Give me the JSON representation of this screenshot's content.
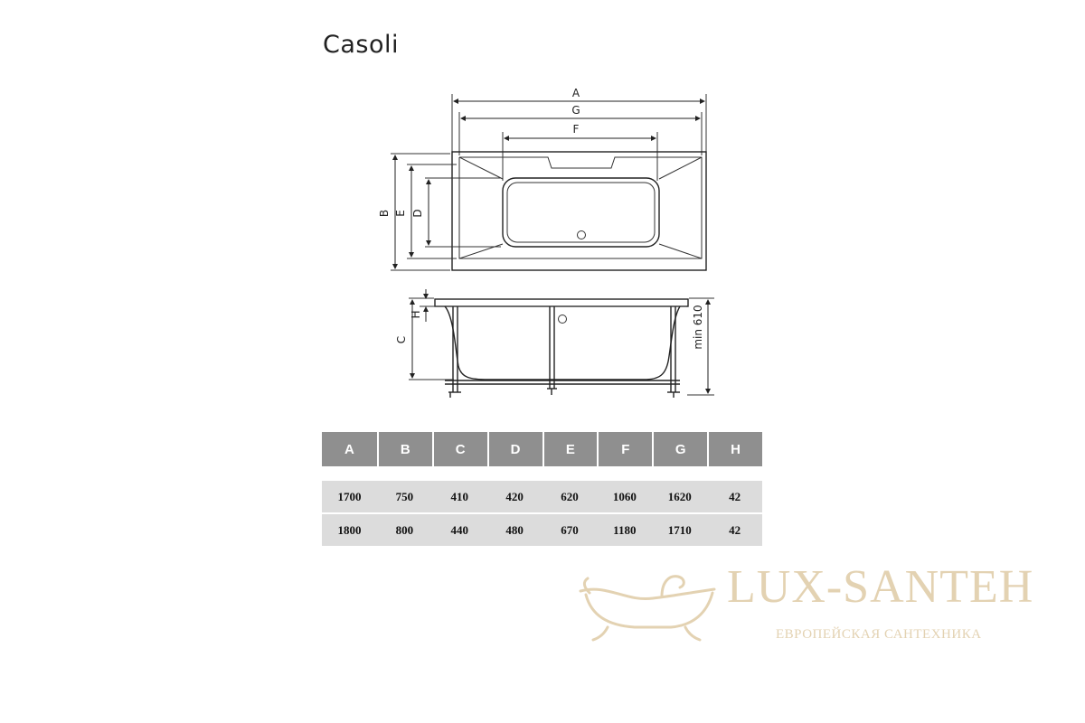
{
  "title": "Casoli",
  "dimension_labels": {
    "a": "A",
    "g": "G",
    "f": "F",
    "b": "B",
    "e": "E",
    "d": "D",
    "c": "C",
    "h": "H",
    "min_height": "min 610"
  },
  "table": {
    "headers": [
      "A",
      "B",
      "C",
      "D",
      "E",
      "F",
      "G",
      "H"
    ],
    "rows": [
      [
        "1700",
        "750",
        "410",
        "420",
        "620",
        "1060",
        "1620",
        "42"
      ],
      [
        "1800",
        "800",
        "440",
        "480",
        "670",
        "1180",
        "1710",
        "42"
      ]
    ]
  },
  "watermark": {
    "brand": "LUX-SANTEH",
    "tagline": "ЕВРОПЕЙСКАЯ САНТЕХНИКА",
    "color": "#e3d2b2"
  }
}
